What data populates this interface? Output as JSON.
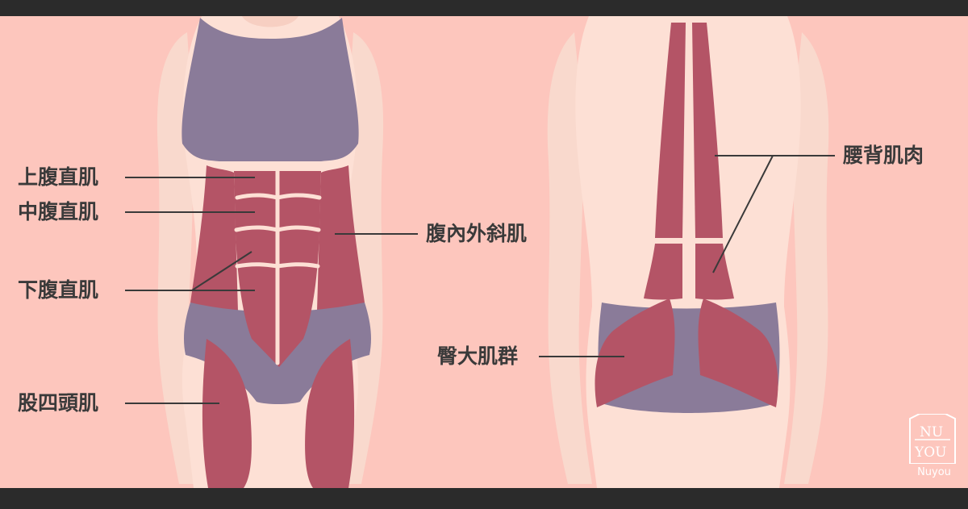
{
  "labels": {
    "upper_rectus": "上腹直肌",
    "middle_rectus": "中腹直肌",
    "lower_rectus": "下腹直肌",
    "quadriceps": "股四頭肌",
    "external_oblique": "腹內外斜肌",
    "erector_spinae": "腰背肌肉",
    "gluteus": "臀大肌群"
  },
  "logo": {
    "top": "NU",
    "bottom": "YOU",
    "caption": "Nuyou"
  },
  "colors": {
    "background": "#fdc6bd",
    "frame": "#2b2b2b",
    "skin": "#fde0d5",
    "skin_dark": "#f7cfc2",
    "muscle": "#b45466",
    "garment": "#8a7b99",
    "line": "#3a3a3a"
  }
}
